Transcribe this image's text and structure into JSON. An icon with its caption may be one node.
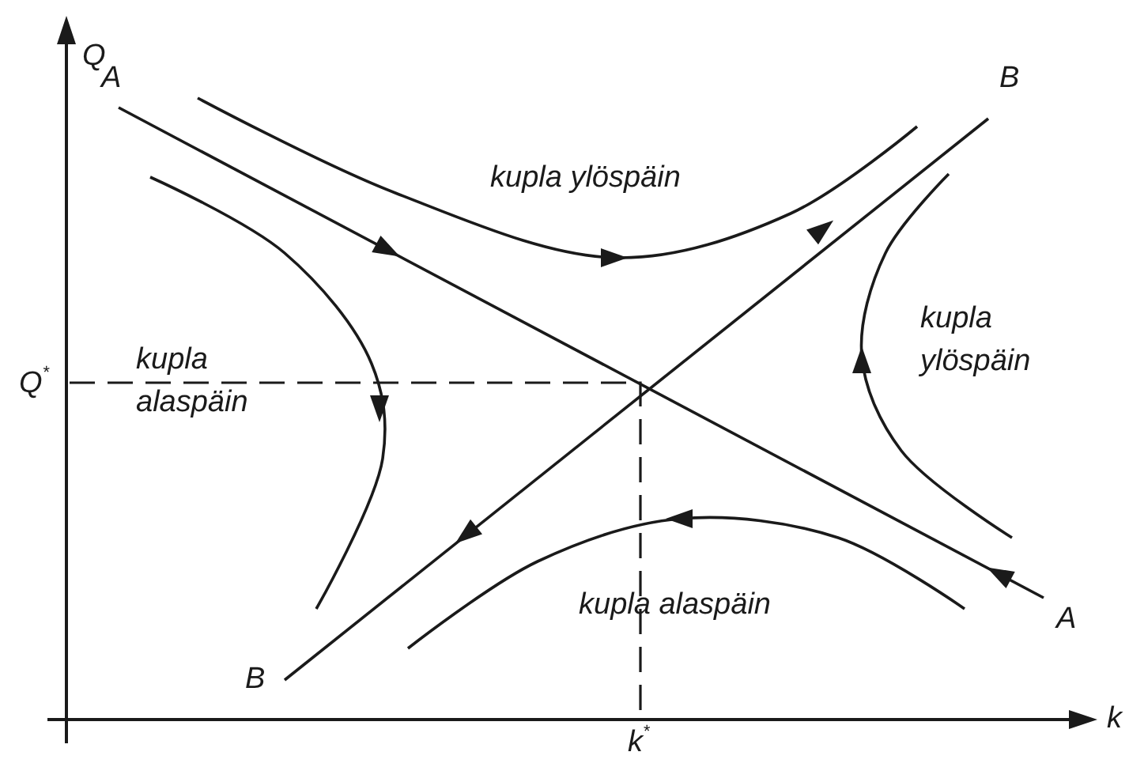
{
  "diagram": {
    "labels": [
      "Q",
      "A",
      "B",
      "kupla ylöspäin",
      "kupla ylöspäin",
      "kupla alaspäin",
      "Q$^{*}$",
      "kupla alaspäin",
      "A",
      "B",
      "k",
      "k$^{*}$"
    ]
  }
}
